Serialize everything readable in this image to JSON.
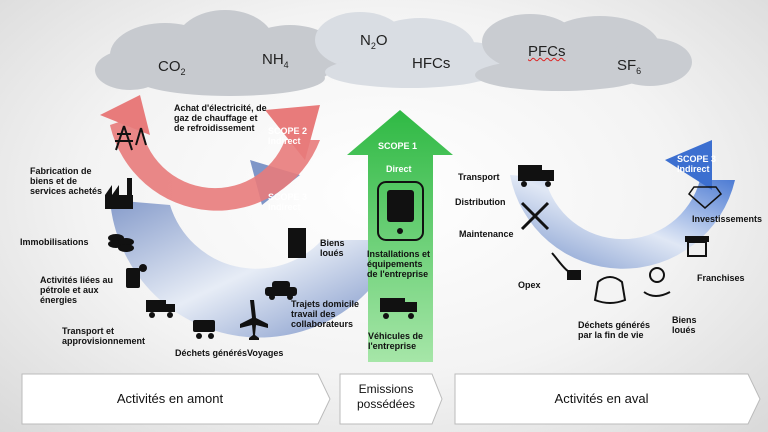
{
  "gases": {
    "co2": {
      "base": "CO",
      "sub": "2"
    },
    "nh4": {
      "base": "NH",
      "sub": "4"
    },
    "n2o": {
      "pre": "N",
      "sub": "2",
      "post": "O"
    },
    "hfcs": "HFCs",
    "pfcs": "PFCs",
    "sf6": {
      "base": "SF",
      "sub": "6"
    }
  },
  "scope1": {
    "title": "SCOPE 1",
    "subtitle": "Direct",
    "item1": "Installations et équipements de l'entreprise",
    "item2": "Véhicules de l'entreprise"
  },
  "scope2": {
    "title": "SCOPE 2",
    "subtitle": "Indirect",
    "item": "Achat d'électricité, de gaz de chauffage et de refroidissement"
  },
  "scope3_upstream": {
    "title": "SCOPE 3",
    "subtitle": "Indirect",
    "items": {
      "fabrication": "Fabrication de biens et de services achetés",
      "immobilisations": "Immobilisations",
      "petrole": "Activités liées au pétrole et aux énergies",
      "transport": "Transport et approvisionnement",
      "dechets": "Déchets générés",
      "voyages": "Voyages",
      "trajets": "Trajets domicile travail des collaborateurs",
      "biens_loues": "Biens loués"
    }
  },
  "scope3_downstream": {
    "title": "SCOPE 3",
    "subtitle": "Indirect",
    "items": {
      "transport": "Transport",
      "distribution": "Distribution",
      "maintenance": "Maintenance",
      "opex": "Opex",
      "dechets": "Déchets générés par la fin de vie",
      "biens_loues": "Biens loués",
      "franchises": "Franchises",
      "investissements": "Investissements"
    }
  },
  "banners": {
    "amont": "Activités en amont",
    "emissions": "Emissions possédées",
    "aval": "Activités en aval"
  },
  "colors": {
    "scope1": "#34c24a",
    "scope2": "#e87070",
    "scope3": "#4a74c4",
    "cloud": "#c9ccd1"
  }
}
